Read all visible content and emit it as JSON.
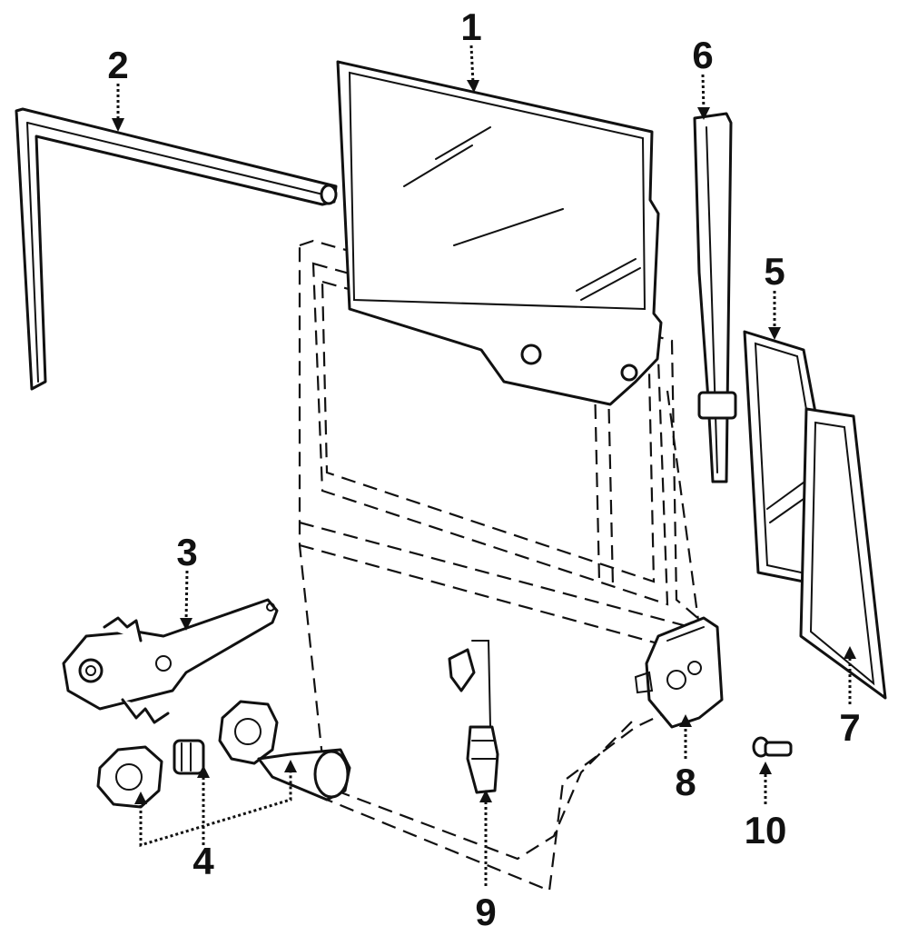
{
  "callouts": [
    {
      "id": "1",
      "label": "1"
    },
    {
      "id": "2",
      "label": "2"
    },
    {
      "id": "3",
      "label": "3"
    },
    {
      "id": "4",
      "label": "4"
    },
    {
      "id": "5",
      "label": "5"
    },
    {
      "id": "6",
      "label": "6"
    },
    {
      "id": "7",
      "label": "7"
    },
    {
      "id": "8",
      "label": "8"
    },
    {
      "id": "9",
      "label": "9"
    },
    {
      "id": "10",
      "label": "10"
    }
  ],
  "colors": {
    "ink": "#111111",
    "background": "#ffffff"
  }
}
